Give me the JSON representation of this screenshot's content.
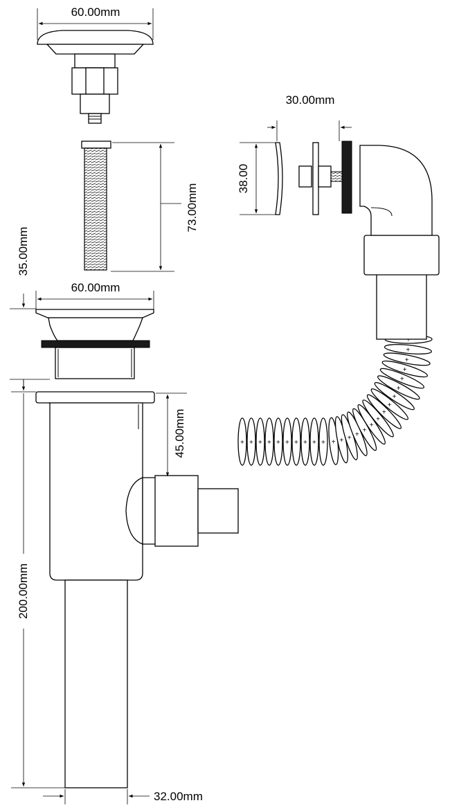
{
  "dimensions": {
    "cap_width": "60.00mm",
    "bolt_length": "73.00mm",
    "flange_height": "35.00mm",
    "flange_width": "60.00mm",
    "overflow_offset": "30.00mm",
    "overflow_height": "38.00",
    "inlet_height": "45.00mm",
    "total_height": "200.00mm",
    "outlet_diameter": "32.00mm"
  },
  "colors": {
    "line": "#000000",
    "background": "#ffffff",
    "gasket": "#1a1a1a"
  }
}
